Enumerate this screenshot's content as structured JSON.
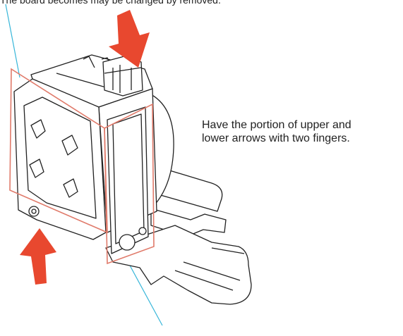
{
  "caption_top": "The board becomes may be changed by removed.",
  "instruction": {
    "line1": "Have the portion of upper and",
    "line2": "lower arrows with two fingers."
  },
  "colors": {
    "arrow": "#e8482f",
    "highlight_box": "#e07a6a",
    "leader_line": "#37b6d9",
    "outline": "#222222"
  },
  "icons": {
    "push_arrow_top": "arrow-down-icon",
    "push_arrow_bottom": "arrow-up-icon"
  }
}
